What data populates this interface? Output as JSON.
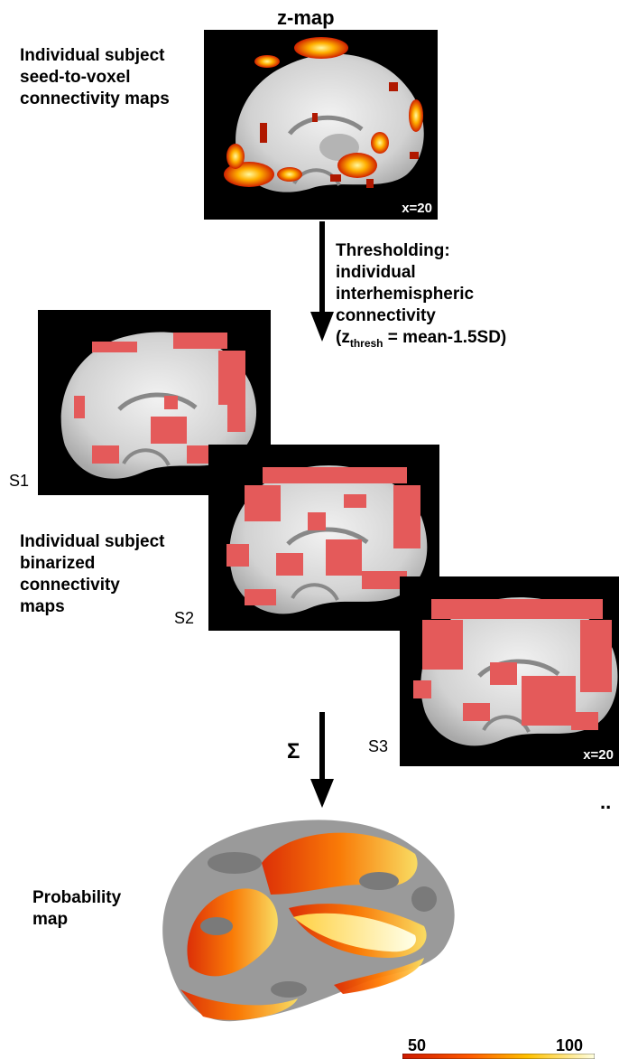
{
  "zmap_title": "z-map",
  "label_zmap": [
    "Individual subject",
    "seed-to-voxel",
    "connectivity maps"
  ],
  "threshold": {
    "lines": [
      "Thresholding:",
      "individual",
      "interhemispheric",
      "connectivity"
    ],
    "formula_prefix": "(z",
    "formula_sub": "thresh",
    "formula_suffix": " = mean-1.5SD)"
  },
  "label_binarized": [
    "Individual subject",
    "binarized",
    "connectivity",
    "maps"
  ],
  "subjects": [
    "S1",
    "S2",
    "S3"
  ],
  "slice_coord": "x=20",
  "sum_symbol": "Σ",
  "ellipsis": "..",
  "label_probability": [
    "Probability",
    "map"
  ],
  "colorbar": {
    "min": "50",
    "max": "100"
  },
  "colors": {
    "binary_overlay": "#e45a5a",
    "heat_low": "#cc1a00",
    "heat_high": "#ffffd0"
  }
}
